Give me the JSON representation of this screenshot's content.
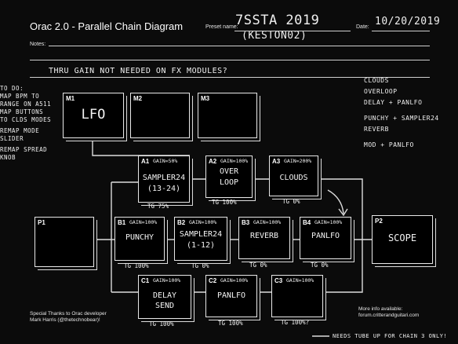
{
  "header": {
    "title": "Orac 2.0 - Parallel Chain Diagram",
    "preset_label": "Preset name:",
    "preset_value": "7SSTA 2019",
    "preset_sub": "(KESTON02)",
    "date_label": "Date:",
    "date_value": "10/20/2019",
    "notes_label": "Notes:",
    "notes_text": "THRU GAIN NOT NEEDED ON FX MODULES?"
  },
  "todo": [
    "TO DO:",
    "MAP BPM TO",
    "RANGE ON A511",
    "MAP BUTTONS",
    "TO CLDS MODES",
    "REMAP MODE",
    "SLIDER",
    "REMAP SPREAD",
    "KNOB"
  ],
  "fx_list": [
    "CLOUDS",
    "OVERLOOP",
    "DELAY + PANLFO",
    "PUNCHY + SAMPLER24",
    "REVERB",
    "MOD + PANLFO"
  ],
  "modules": {
    "m1": {
      "id": "M1",
      "name": "LFO"
    },
    "m2": {
      "id": "M2"
    },
    "m3": {
      "id": "M3"
    },
    "p1": {
      "id": "P1"
    },
    "p2": {
      "id": "P2",
      "name": "SCOPE"
    },
    "a1": {
      "id": "A1",
      "gain": "GAIN=50%",
      "name1": "SAMPLER24",
      "name2": "(13-24)",
      "tg": "TG 75%"
    },
    "a2": {
      "id": "A2",
      "gain": "GAIN=100%",
      "name1": "OVER",
      "name2": "LOOP",
      "tg": "TG 100%"
    },
    "a3": {
      "id": "A3",
      "gain": "GAIN=200%",
      "name1": "CLOUDS",
      "tg": "TG 0%"
    },
    "b1": {
      "id": "B1",
      "gain": "GAIN=100%",
      "name1": "PUNCHY",
      "tg": "TG 100%"
    },
    "b2": {
      "id": "B2",
      "gain": "GAIN=100%",
      "name1": "SAMPLER24",
      "name2": "(1-12)",
      "tg": "TG 0%"
    },
    "b3": {
      "id": "B3",
      "gain": "GAIN=100%",
      "name1": "REVERB",
      "tg": "TG 0%"
    },
    "b4": {
      "id": "B4",
      "gain": "GAIN=100%",
      "name1": "PANLFO",
      "tg": "TG 0%"
    },
    "c1": {
      "id": "C1",
      "gain": "GAIN=100%",
      "name1": "DELAY",
      "name2": "SEND",
      "tg": "TG 100%"
    },
    "c2": {
      "id": "C2",
      "gain": "GAIN=100%",
      "name1": "PANLFO",
      "tg": "TG 100%"
    },
    "c3": {
      "id": "C3",
      "gain": "GAIN=100%",
      "tg": "TG 100%?"
    }
  },
  "footer": {
    "thanks1": "Special Thanks to Orac developer",
    "thanks2": "Mark Harris (@thetechnobear)!",
    "info1": "More info available:",
    "info2": "forum.critterandguitari.com",
    "note": "NEEDS TUBE UP FOR CHAIN 3 ONLY!"
  }
}
